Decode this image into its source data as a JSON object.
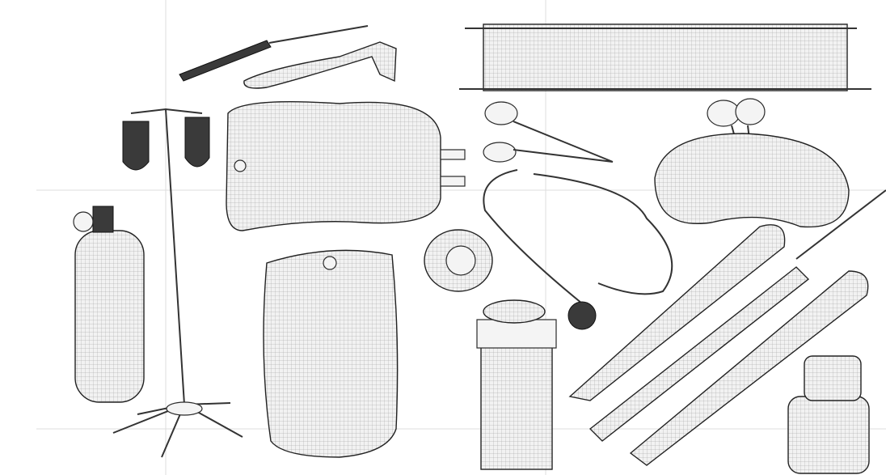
{
  "scene": {
    "background": "#ffffff",
    "wire_color": "#2a2a2a",
    "dark_part_color": "#3a3a3a",
    "objects": [
      "iv-stand",
      "iv-bag",
      "oxygen-cylinder",
      "stretcher",
      "scissors",
      "stethoscope",
      "kidney-tray",
      "tape-roll",
      "pill-bottle",
      "thermometer",
      "syringe",
      "reflex-hammer",
      "scalpel"
    ]
  }
}
